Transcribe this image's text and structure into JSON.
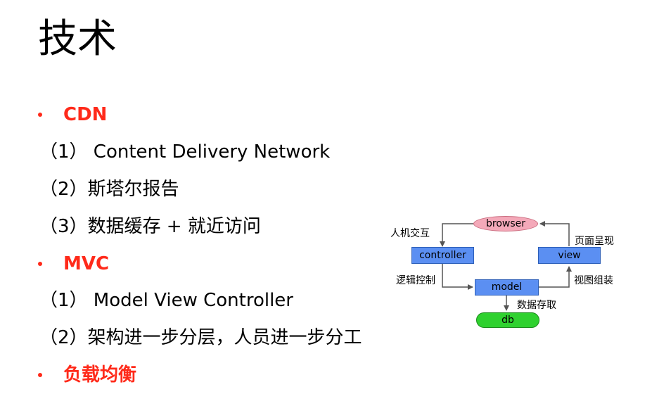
{
  "slide": {
    "title": "技术",
    "items": [
      {
        "bullet": true,
        "text": "CDN"
      },
      {
        "bullet": false,
        "text": "（1） Content Delivery Network"
      },
      {
        "bullet": false,
        "text": "（2）斯塔尔报告"
      },
      {
        "bullet": false,
        "text": "（3）数据缓存 + 就近访问"
      },
      {
        "bullet": true,
        "text": "MVC"
      },
      {
        "bullet": false,
        "text": "（1） Model View Controller"
      },
      {
        "bullet": false,
        "text": "（2）架构进一步分层，人员进一步分工"
      },
      {
        "bullet": true,
        "text": "负载均衡"
      }
    ]
  },
  "diagram": {
    "browser": "browser",
    "controller": "controller",
    "view": "view",
    "model": "model",
    "db": "db",
    "label_human_interaction": "人机交互",
    "label_page_render": "页面呈现",
    "label_logic_control": "逻辑控制",
    "label_view_assembly": "视图组装",
    "label_data_access": "数据存取"
  },
  "colors": {
    "accent_red": "#ff2a1a",
    "box_blue": "#5b8ff2",
    "browser_pink": "#f4a9b9",
    "db_green": "#2fd12f"
  }
}
